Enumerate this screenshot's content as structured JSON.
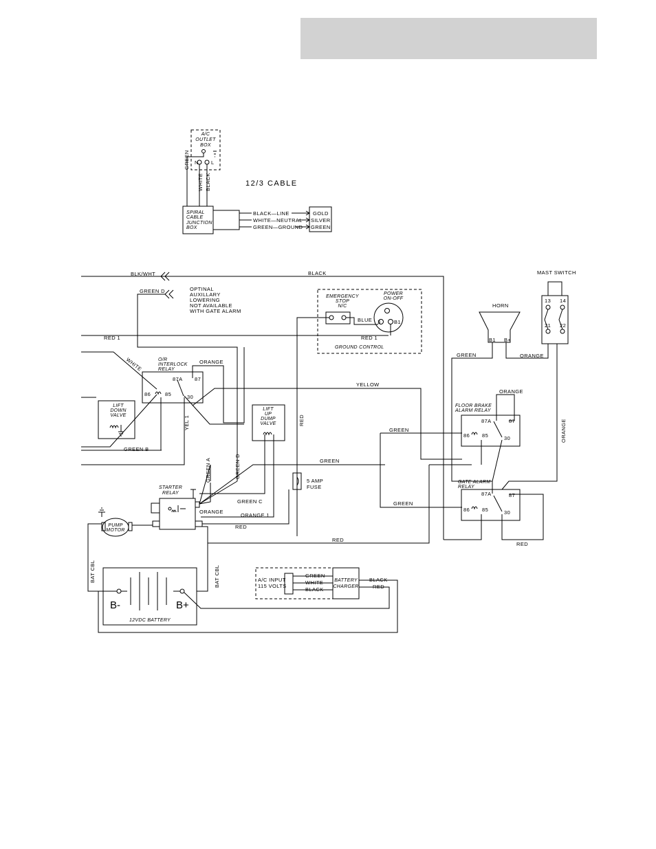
{
  "cable": {
    "outlet_box": [
      "A/C",
      "OUTLET",
      "BOX"
    ],
    "green": "GREEN",
    "white": "WHITE",
    "black": "BLACK",
    "n": "N",
    "l": "L",
    "cable_label": "12/3 CABLE",
    "junction": [
      "SPIRAL",
      "CABLE",
      "JUNCTION",
      "BOX"
    ],
    "black_line": "BLACK—LINE",
    "white_neutral": "WHITE—NEUTRAL",
    "green_ground": "GREEN—GROUND",
    "gold": "GOLD",
    "silver": "SILVER",
    "green_term": "GREEN"
  },
  "wires": {
    "blk_wht": "BLK/WHT",
    "black": "BLACK",
    "green_d": "GREEN D",
    "green_d2": "GREEN D",
    "optional": [
      "OPTINAL",
      "AUXILLARY",
      "LOWERING",
      "NOT AVAILABLE",
      "WITH GATE ALARM"
    ],
    "red1": "RED 1",
    "red1b": "RED 1",
    "blue": "BLUE",
    "white": "WHITE",
    "orange1": "ORANGE",
    "yellow": "YELLOW",
    "red_vert": "RED",
    "yel1": "YEL 1",
    "green_b": "GREEN B",
    "green_a": "GREEN A",
    "green_c": "GREEN C",
    "orange2": "ORANGE",
    "orange_1": "ORANGE 1",
    "red_a": "RED",
    "red_b": "RED",
    "green1": "GREEN",
    "green2": "GREEN",
    "green3": "GREEN",
    "green4": "GREEN",
    "orange_horn": "ORANGE",
    "orange_top": "ORANGE",
    "orange_vert": "ORANGE",
    "red_right": "RED",
    "bat_cbl_l": "BAT CBL",
    "bat_cbl_r": "BAT CBL"
  },
  "components": {
    "mast_switch": "MAST SWITCH",
    "horn": "HORN",
    "ms_13": "13",
    "ms_14": "14",
    "ms_21": "21",
    "ms_22": "22",
    "b1": "B1",
    "bplus": "B+",
    "emergency_stop": [
      "EMERGENCY",
      "STOP",
      "N/C"
    ],
    "power": [
      "POWER",
      "ON-OFF"
    ],
    "pw_3": "3",
    "pw_b1": "B1",
    "ground_control": "GROUND CONTROL",
    "or_relay": [
      "O/R",
      "INTERLOCK",
      "RELAY"
    ],
    "lift_down": [
      "LIFT",
      "DOWN",
      "VALVE"
    ],
    "lift_up": [
      "LIFT",
      "UP",
      "DUMP",
      "VALVE"
    ],
    "fuse": [
      "5 AMP",
      "FUSE"
    ],
    "starter": [
      "STARTER",
      "RELAY"
    ],
    "pump": [
      "PUMP",
      "MOTOR"
    ],
    "floor_relay": [
      "FLOOR BRAKE",
      "ALARM RELAY"
    ],
    "gate_relay": [
      "GATE ALARM",
      "RELAY"
    ],
    "t87a": "87A",
    "t87": "87",
    "t86": "86",
    "t85": "85",
    "t30": "30",
    "ac_input": [
      "A/C INPUT",
      "115 VOLTS"
    ],
    "chg_green": "GREEN",
    "chg_white": "WHITE",
    "chg_black": "BLACK",
    "charger": [
      "BATTERY",
      "CHARGER"
    ],
    "chg_black_out": "BLACK",
    "chg_red_out": "RED",
    "b_minus": "B-",
    "b_plus": "B+",
    "battery": "12VDC BATTERY"
  }
}
